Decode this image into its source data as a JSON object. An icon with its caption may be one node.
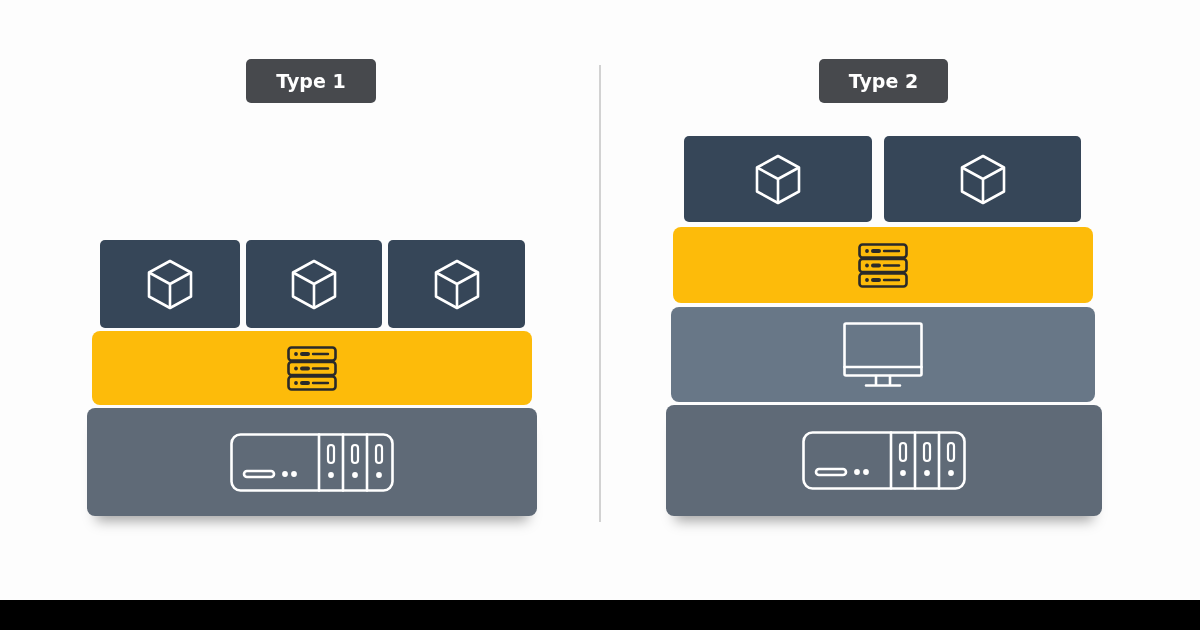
{
  "diagram": {
    "nodes": [
      {
        "text": [
          "Type 1"
        ]
      },
      {
        "text": [],
        "shape": "box"
      },
      {
        "text": [],
        "shape": "box"
      },
      {
        "text": [],
        "shape": "box"
      },
      {
        "text": [],
        "shape": "bar"
      },
      {
        "text": [],
        "shape": "bar"
      },
      {
        "text": [
          "Type 2"
        ]
      },
      {
        "text": [],
        "shape": "box"
      },
      {
        "text": [],
        "shape": "box"
      },
      {
        "text": [],
        "shape": "bar"
      },
      {
        "text": [],
        "shape": "bar"
      },
      {
        "text": [],
        "shape": "bar"
      }
    ]
  }
}
